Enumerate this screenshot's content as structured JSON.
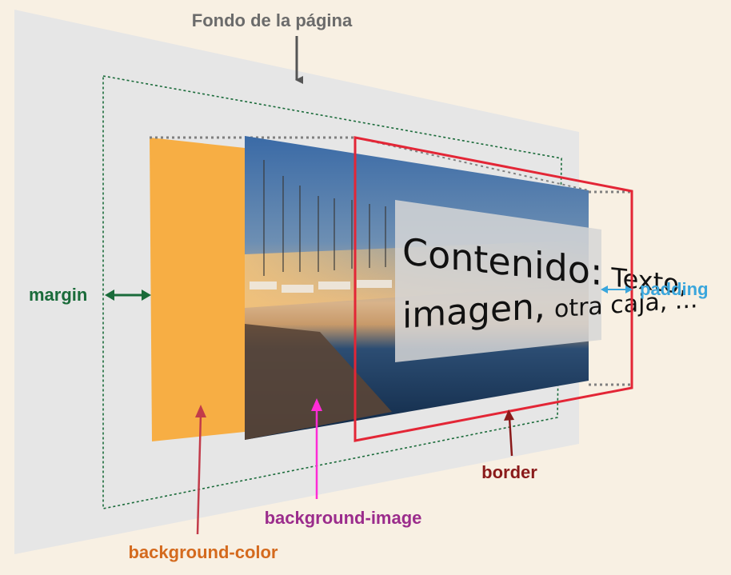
{
  "labels": {
    "page_background": "Fondo de la página",
    "margin": "margin",
    "padding": "padding",
    "border": "border",
    "background_color": "background-color",
    "background_image": "background-image"
  },
  "content_box": {
    "line1_main": "Contenido:",
    "line1_rest": "Texto,",
    "line2_main": "imagen,",
    "line2_rest": "otra caja, ..."
  },
  "colors": {
    "page_bg": "#f8f0e3",
    "page_plane": "#e6e6e6",
    "margin": "#1a6b3a",
    "padding": "#3aa6dc",
    "border": "#e32636",
    "border_label": "#8a1a1a",
    "background_color_box": "#f7ae44",
    "background_color_label": "#d46a1e",
    "background_image_label": "#9b2c8c",
    "background_image_arrow": "#ff2bd6",
    "page_label": "#6b6b6b",
    "dotted_gray": "#808080"
  },
  "icons": {
    "margin": "double-arrow-icon",
    "padding": "double-arrow-icon"
  }
}
